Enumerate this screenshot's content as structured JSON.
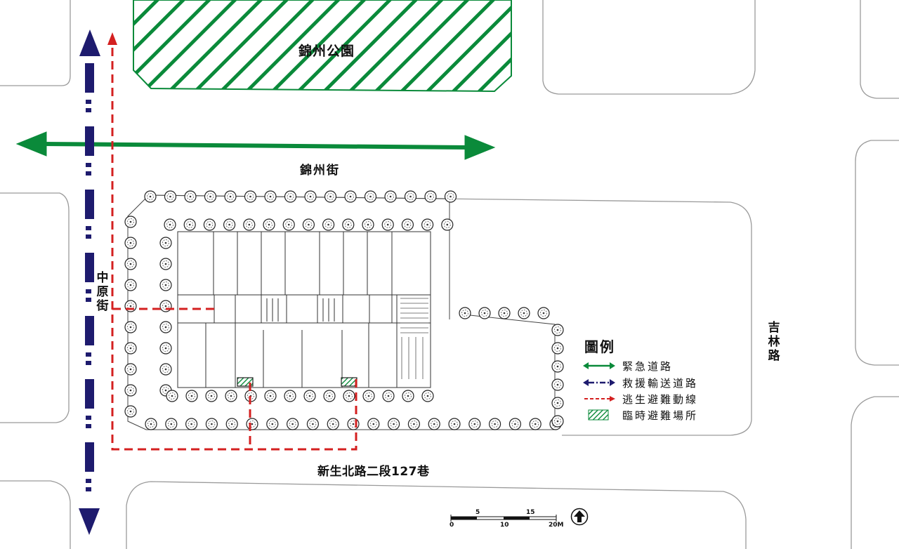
{
  "park": {
    "label": "錦州公園"
  },
  "streets": {
    "top_horizontal": "錦州街",
    "left_vertical": "中原街",
    "bottom_horizontal": "新生北路二段127巷",
    "right_vertical": "吉林路"
  },
  "legend": {
    "title": "圖例",
    "items": [
      {
        "icon": "green-double-arrow-icon",
        "label": "緊急道路",
        "color": "#0a8a3a"
      },
      {
        "icon": "navy-dashdot-arrow-icon",
        "label": "救援輸送道路",
        "color": "#1e1b6e"
      },
      {
        "icon": "red-dashed-arrow-icon",
        "label": "逃生避難動線",
        "color": "#d42020"
      },
      {
        "icon": "green-hatch-icon",
        "label": "臨時避難場所",
        "color": "#0a8a3a"
      }
    ]
  },
  "scale_bar": {
    "labels_top": [
      "5",
      "15"
    ],
    "labels_bottom": [
      "0",
      "10",
      "20M"
    ]
  },
  "north_arrow": {
    "icon": "north-arrow-icon"
  }
}
